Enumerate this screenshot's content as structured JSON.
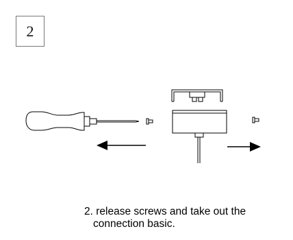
{
  "step": {
    "number": "2"
  },
  "instruction": {
    "line1": "2. release screws and take out the",
    "line2": "connection basic."
  },
  "illustration": {
    "icons": [
      "screwdriver-icon",
      "screw-icon",
      "cover-bracket-icon",
      "connection-base-icon",
      "cable-icon",
      "arrow-left-icon",
      "arrow-right-icon"
    ]
  }
}
